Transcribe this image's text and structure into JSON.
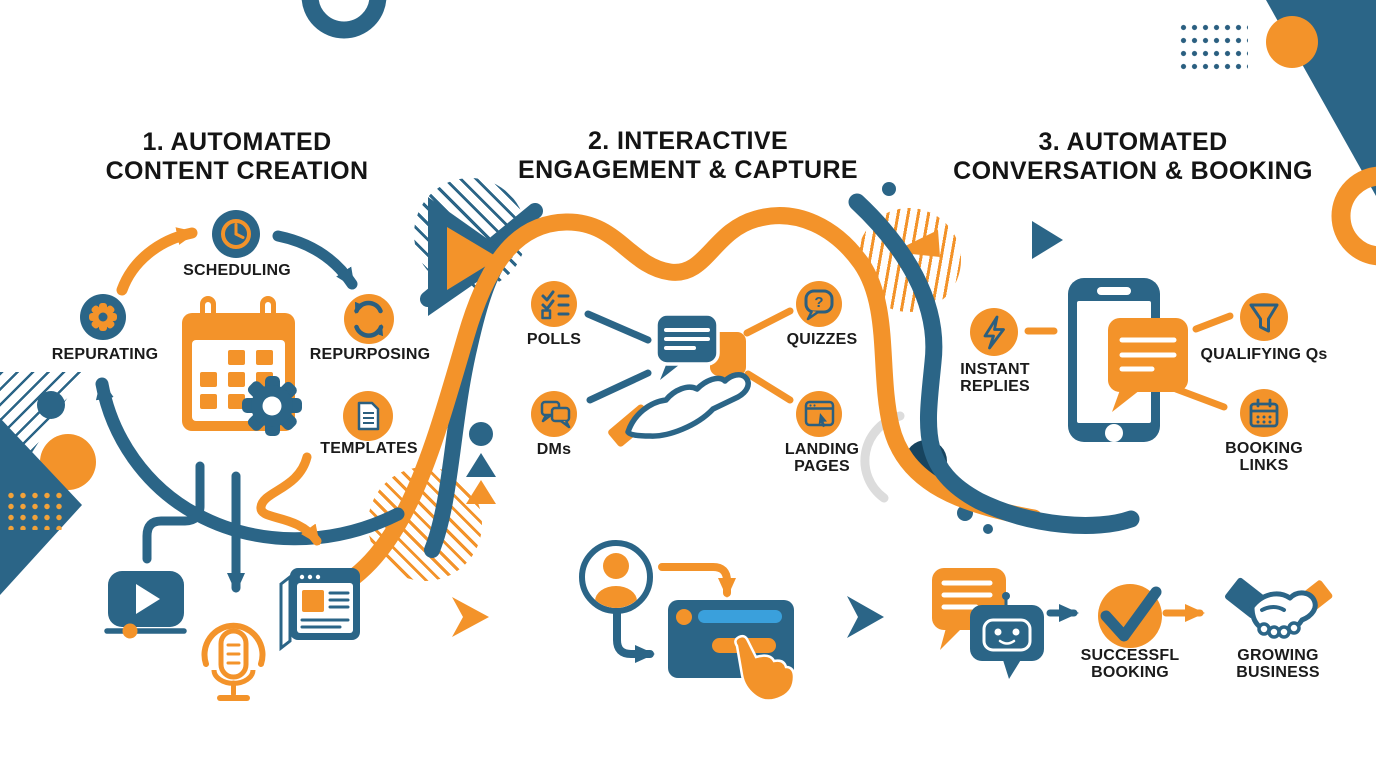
{
  "meta": {
    "kind": "marketing-automation-funnel-infographic",
    "steps_count": 3
  },
  "palette": {
    "blue": "#2b6587",
    "dark_blue": "#17445f",
    "orange": "#f3932a",
    "light_blue": "#3aa0dc",
    "gray_arc": "#dcdcdc",
    "text": "#1b1b1b",
    "background": "#ffffff"
  },
  "sections": {
    "creation": {
      "title_line1": "1. AUTOMATED",
      "title_line2": "CONTENT CREATION",
      "nodes": {
        "scheduling": "SCHEDULING",
        "repurating": "REPURATING",
        "repurposing": "REPURPOSING",
        "templates": "TEMPLATES"
      },
      "center_icon": "calendar-gear-icon",
      "node_icons": [
        "clock-icon",
        "gear-icon",
        "sync-arrows-icon",
        "document-icon"
      ],
      "content_output_icons": [
        "video-player-icon",
        "podcast-mic-icon",
        "newsletter-icon"
      ]
    },
    "engagement": {
      "title_line1": "2. INTERACTIVE",
      "title_line2": "ENGAGEMENT & CAPTURE",
      "qmark": "?",
      "nodes": {
        "polls": "POLLS",
        "quizzes": "QUIZZES",
        "dms": "DMs",
        "landing_line1": "LANDING",
        "landing_line2": "PAGES"
      },
      "center_icon": "hand-chat-bubbles-icon",
      "capture_flow_icons": [
        "user-avatar-icon",
        "signup-form-icon",
        "tap-cursor-icon"
      ]
    },
    "conversation": {
      "title_line1": "3. AUTOMATED",
      "title_line2": "CONVERSATION & BOOKING",
      "nodes": {
        "instant_line1": "INSTANT",
        "instant_line2": "REPLIES",
        "qualifying": "QUALIFYING Qs",
        "booking_line1": "BOOKING",
        "booking_line2": "LINKS"
      },
      "center_icon": "phone-chat-icon"
    },
    "outcome": {
      "successful_line1": "SUCCESSFL",
      "successful_line2": "BOOKING",
      "growing_line1": "GROWING",
      "growing_line2": "BUSINESS",
      "icons": [
        "chatbot-icon",
        "check-circle-icon",
        "handshake-icon"
      ]
    }
  }
}
